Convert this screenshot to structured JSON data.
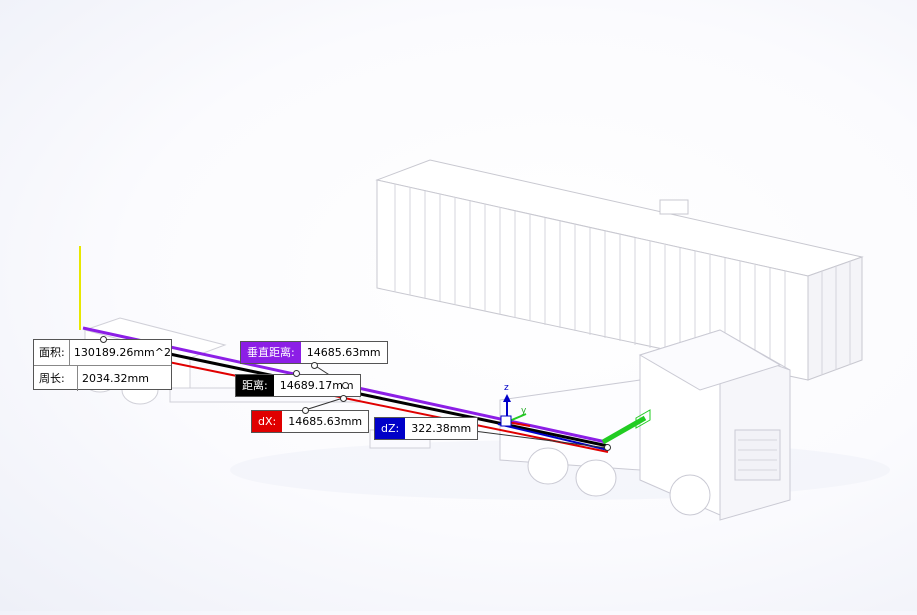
{
  "measure": {
    "area_label": "面积:",
    "area_value": "130189.26mm^2",
    "perimeter_label": "周长:",
    "perimeter_value": "2034.32mm",
    "vertical_label": "垂直距离:",
    "vertical_value": "14685.63mm",
    "distance_label": "距离:",
    "distance_value": "14689.17mm",
    "dx_label": "dX:",
    "dx_value": "14685.63mm",
    "dz_label": "dZ:",
    "dz_value": "322.38mm"
  },
  "triad": {
    "z": "z",
    "y": "y"
  },
  "colors": {
    "vertical": "#8c1ee6",
    "distance": "#000000",
    "dx": "#e00000",
    "dz": "#0000c8",
    "y_axis": "#22cc22",
    "z_axis": "#e8e800"
  },
  "icons": [
    "coordinate-triad-icon"
  ]
}
